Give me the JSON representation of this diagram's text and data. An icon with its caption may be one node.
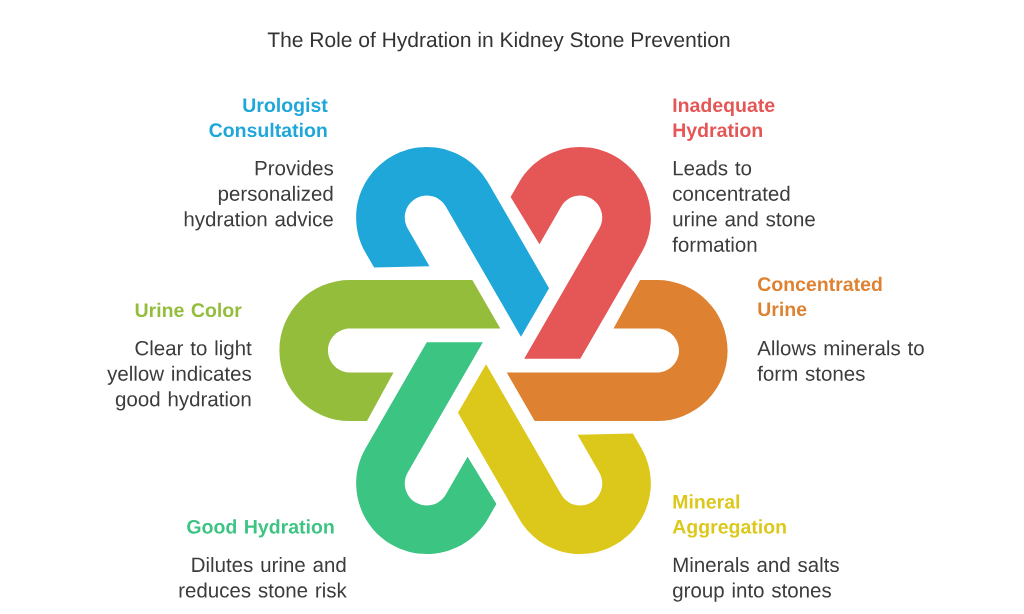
{
  "diagram": {
    "title": "The Role of Hydration in Kidney Stone Prevention",
    "nodes": [
      {
        "text": [],
        "shape": "loop",
        "beside": [
          "Urologist Consultation",
          "Provides personalized hydration advice"
        ]
      },
      {
        "text": [],
        "shape": "loop",
        "beside": [
          "Inadequate Hydration",
          "Leads to concentrated urine and stone formation"
        ]
      },
      {
        "text": [],
        "shape": "loop",
        "beside": [
          "Urine Color",
          "Clear to light yellow indicates good hydration"
        ]
      },
      {
        "text": [],
        "shape": "loop",
        "beside": [
          "Concentrated Urine",
          "Allows minerals to form stones"
        ]
      },
      {
        "text": [],
        "shape": "loop",
        "beside": [
          "Good Hydration",
          "Dilutes urine and reduces stone risk"
        ]
      },
      {
        "text": [],
        "shape": "loop",
        "beside": [
          "Mineral Aggregation",
          "Minerals and salts group into stones"
        ]
      }
    ]
  }
}
